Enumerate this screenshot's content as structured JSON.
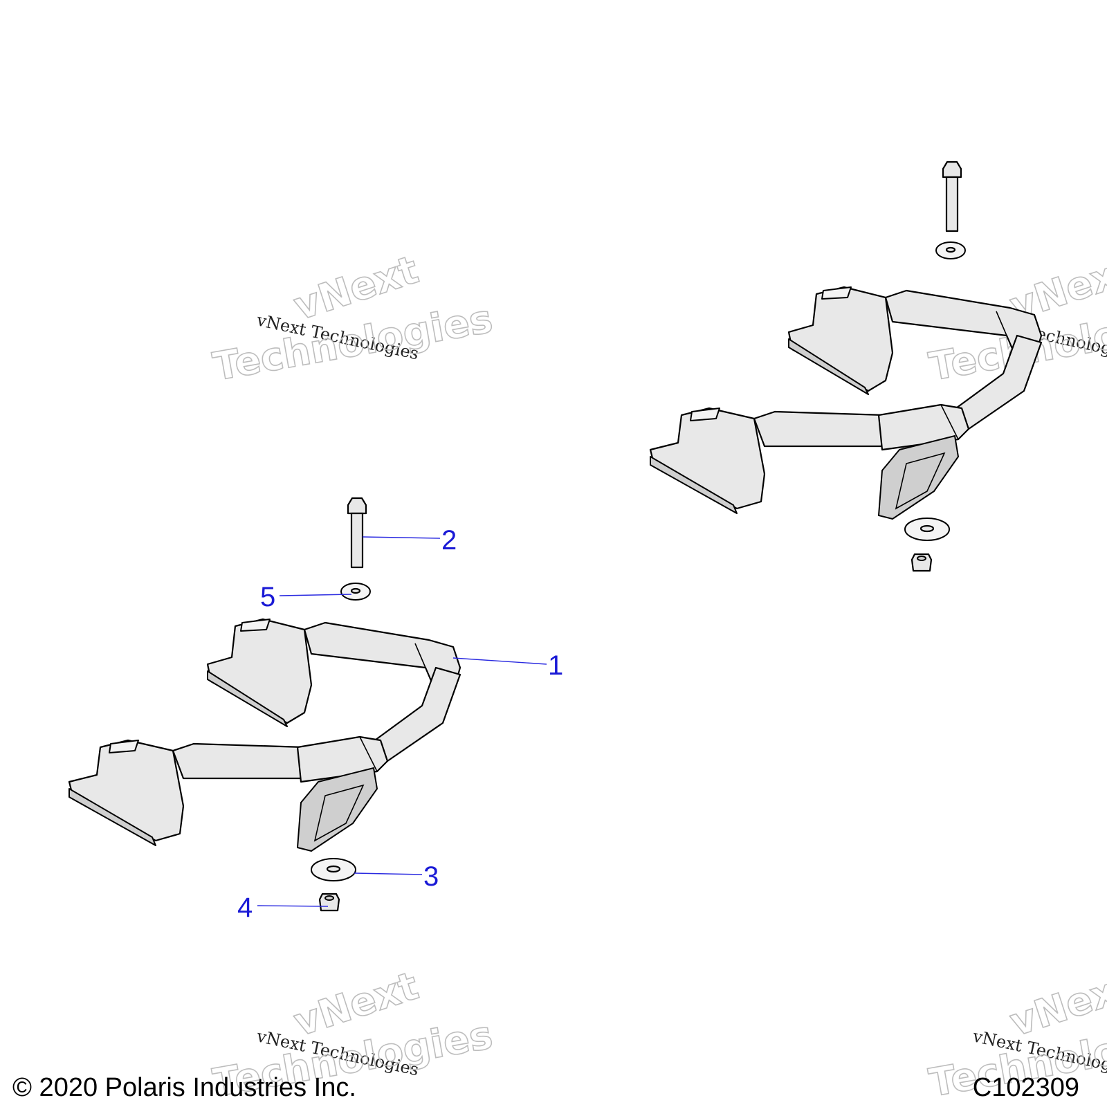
{
  "callouts": [
    {
      "id": "1",
      "label": "1"
    },
    {
      "id": "2",
      "label": "2"
    },
    {
      "id": "3",
      "label": "3"
    },
    {
      "id": "4",
      "label": "4"
    },
    {
      "id": "5",
      "label": "5"
    }
  ],
  "watermark": {
    "text": "vNext Technologies",
    "big_line1": "vNext",
    "big_line2": "Technologies"
  },
  "footer": {
    "copyright": "© 2020 Polaris Industries Inc.",
    "figure_id": "C102309"
  },
  "colors": {
    "callout": "#1a1ad6",
    "part_fill": "#e8e8e8",
    "outline": "#000000"
  }
}
